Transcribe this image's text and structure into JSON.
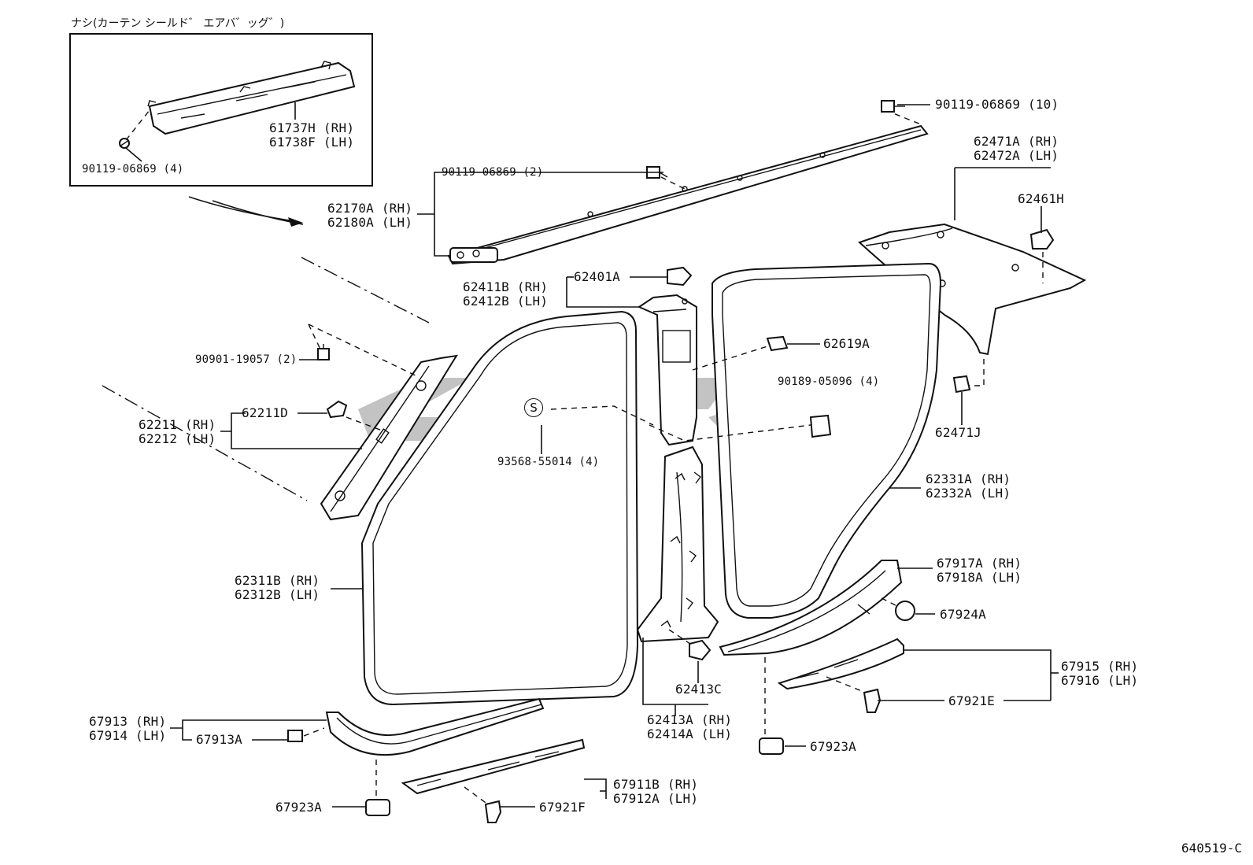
{
  "figure": {
    "code": "640519-C",
    "inset_note": "ナシ(カーテン シールド゛ エアバ゛ッグ゛)"
  },
  "callouts": {
    "p90119_06869_4": "90119-06869 (4)",
    "p61737h": "61737H (RH)",
    "p61738f": "61738F (LH)",
    "p90119_06869_10": "90119-06869 (10)",
    "p90119_06869_2": "90119-06869 (2)",
    "p62170a": "62170A (RH)",
    "p62180a": "62180A (LH)",
    "p62471a": "62471A (RH)",
    "p62472a": "62472A (LH)",
    "p62461h": "62461H",
    "p62411b": "62411B (RH)",
    "p62412b": "62412B (LH)",
    "p62401a": "62401A",
    "p62619a": "62619A",
    "p90901_19057": "90901-19057 (2)",
    "p90189_05096": "90189-05096 (4)",
    "p62211": "62211 (RH)",
    "p62212": "62212 (LH)",
    "p62211d": "62211D",
    "s_mark": "S",
    "p93568_55014": "93568-55014 (4)",
    "p62471j": "62471J",
    "p62331a": "62331A (RH)",
    "p62332a": "62332A (LH)",
    "p62311b": "62311B (RH)",
    "p62312b": "62312B (LH)",
    "p67917a": "67917A (RH)",
    "p67918a": "67918A (LH)",
    "p67924a": "67924A",
    "p62413c": "62413C",
    "p67915": "67915 (RH)",
    "p67916": "67916 (LH)",
    "p67921e": "67921E",
    "p62413a": "62413A (RH)",
    "p62414a": "62414A (LH)",
    "p67913": "67913 (RH)",
    "p67914": "67914 (LH)",
    "p67913a": "67913A",
    "p67923a_r": "67923A",
    "p67911b": "67911B (RH)",
    "p67912a": "67912A (LH)",
    "p67923a_l": "67923A",
    "p67921f": "67921F"
  }
}
